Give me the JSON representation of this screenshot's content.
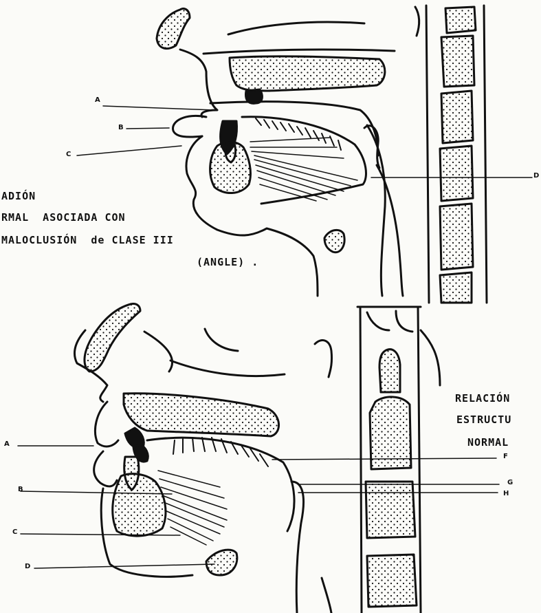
{
  "colors": {
    "ink": "#111111",
    "paper": "#fbfbf8"
  },
  "top_figure": {
    "caption": {
      "line1": "ADIÓN",
      "line2": "RMAL  ASOCIADA CON",
      "line3": "MALOCLUSIÓN  de CLASE III",
      "line4": "(ANGLE) ."
    },
    "labels": {
      "a": "A",
      "b": "B",
      "c": "C",
      "d": "D"
    }
  },
  "bottom_figure": {
    "caption": {
      "line1": "RELACIÓN",
      "line2": "ESTRUCTU",
      "line3": "NORMAL"
    },
    "labels": {
      "a": "A",
      "b": "B",
      "c": "C",
      "d": "D",
      "f": "F",
      "g": "G",
      "h": "H"
    }
  }
}
